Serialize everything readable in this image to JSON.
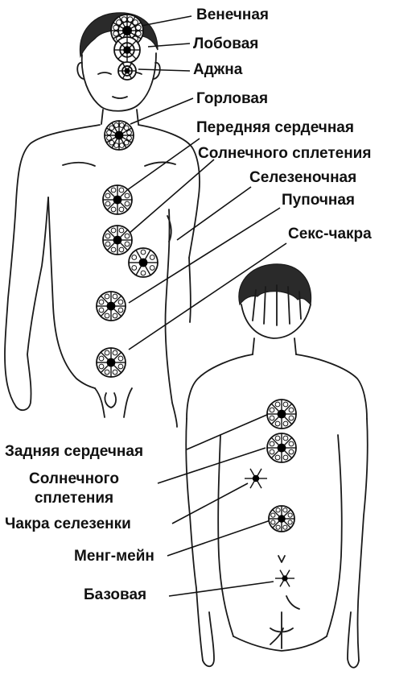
{
  "labels": {
    "crown": "Венечная",
    "forehead": "Лобовая",
    "ajna": "Аджна",
    "throat": "Горловая",
    "front_heart": "Передняя сердечная",
    "solar_plexus_front": "Солнечного сплетения",
    "spleen_front": "Селезеночная",
    "navel": "Пупочная",
    "sex": "Секс-чакра",
    "back_heart": "Задняя сердечная",
    "solar_plexus_back_line1": "Солнечного",
    "solar_plexus_back_line2": "сплетения",
    "spleen_back": "Чакра селезенки",
    "meng_mein": "Менг-мейн",
    "base": "Базовая"
  },
  "icons": {
    "chakra": "chakra-wheel-icon"
  },
  "colors": {
    "ink": "#111111",
    "background": "#ffffff"
  }
}
